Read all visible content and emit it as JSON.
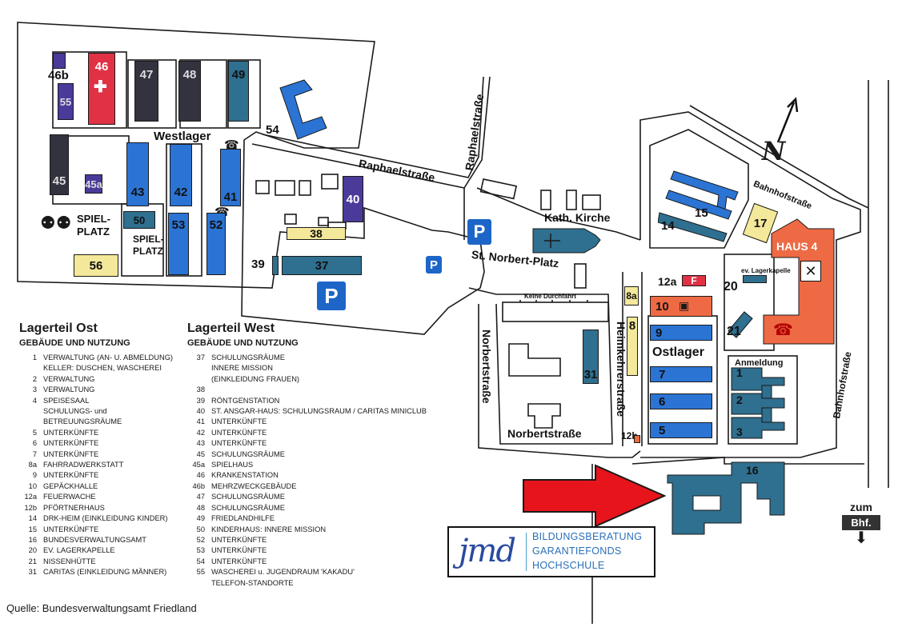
{
  "map": {
    "source": "Quelle: Bundesverwaltungsamt Friedland",
    "areas": {
      "westlager": "Westlager",
      "ostlager": "Ostlager"
    },
    "streets": {
      "raphaelstrasse_h": "Raphaelstraße",
      "raphaelstrasse_v": "Raphaelstraße",
      "bahnhofstrasse_top": "Bahnhofstraße",
      "bahnhofstrasse_right": "Bahnhofstraße",
      "norbertstrasse_h": "Norbertstraße",
      "norbertstrasse_v": "Norbertstraße",
      "heimkehrerstrasse": "Heimkehrerstraße"
    },
    "places": {
      "kath_kirche": "Kath. Kirche",
      "st_norbert_platz": "St. Norbert-Platz",
      "keine_durchfahrt": "Keine Durchfahrt",
      "spielplatz_1": "SPIEL-\nPLATZ",
      "spielplatz_2": "SPIEL-\nPLATZ",
      "ev_lagerkapelle": "ev. Lagerkapelle",
      "haus4": "HAUS 4",
      "anmeldung": "Anmeldung"
    },
    "compass_letter": "N",
    "parking_label": "P",
    "buildings": {
      "b1": "1",
      "b2": "2",
      "b3": "3",
      "b5": "5",
      "b6": "6",
      "b7": "7",
      "b8": "8",
      "b8a": "8a",
      "b9": "9",
      "b10": "10",
      "b12a": "12a",
      "b12b": "12b",
      "b14": "14",
      "b15": "15",
      "b16": "16",
      "b17": "17",
      "b20": "20",
      "b21": "21",
      "b31": "31",
      "b37": "37",
      "b38": "38",
      "b39": "39",
      "b40": "40",
      "b41": "41",
      "b42": "42",
      "b43": "43",
      "b45": "45",
      "b45a": "45a",
      "b46": "46",
      "b46b": "46b",
      "b47": "47",
      "b48": "48",
      "b49": "49",
      "b50": "50",
      "b52": "52",
      "b53": "53",
      "b54": "54",
      "b55": "55",
      "b56": "56"
    },
    "feuerwache_symbol": "F",
    "zum_bhf": {
      "zum": "zum",
      "bhf": "Bhf."
    }
  },
  "logo": {
    "letters": "jmd",
    "line1": "BILDUNGSBERATUNG",
    "line2": "GARANTIEFONDS",
    "line3": "HOCHSCHULE"
  },
  "legend_ost": {
    "title": "Lagerteil Ost",
    "subtitle": "GEBÄUDE UND NUTZUNG",
    "rows": [
      {
        "num": "1",
        "text": "VERWALTUNG (AN- U. ABMELDUNG)"
      },
      {
        "num": "",
        "text": "KELLER: DUSCHEN, WASCHEREI"
      },
      {
        "num": "2",
        "text": "VERWALTUNG"
      },
      {
        "num": "3",
        "text": "VERWALTUNG"
      },
      {
        "num": "4",
        "text": "SPEISESAAL"
      },
      {
        "num": "",
        "text": "SCHULUNGS- und"
      },
      {
        "num": "",
        "text": "BETREUUNGSRÄUME"
      },
      {
        "num": "5",
        "text": "UNTERKÜNFTE"
      },
      {
        "num": "6",
        "text": "UNTERKÜNFTE"
      },
      {
        "num": "7",
        "text": "UNTERKÜNFTE"
      },
      {
        "num": "8a",
        "text": "FAHRRADWERKSTATT"
      },
      {
        "num": "9",
        "text": "UNTERKÜNFTE"
      },
      {
        "num": "10",
        "text": "GEPÄCKHALLE"
      },
      {
        "num": "12a",
        "text": "FEUERWACHE"
      },
      {
        "num": "12b",
        "text": "PFÖRTNERHAUS"
      },
      {
        "num": "14",
        "text": "DRK-HEIM (EINKLEIDUNG KINDER)"
      },
      {
        "num": "15",
        "text": "UNTERKÜNFTE"
      },
      {
        "num": "16",
        "text": "BUNDESVERWALTUNGSAMT"
      },
      {
        "num": "20",
        "text": "EV. LAGERKAPELLE"
      },
      {
        "num": "21",
        "text": "NISSENHÜTTE"
      },
      {
        "num": "31",
        "text": "CARITAS (EINKLEIDUNG MÄNNER)"
      }
    ]
  },
  "legend_west": {
    "title": "Lagerteil West",
    "subtitle": "GEBÄUDE UND NUTZUNG",
    "rows": [
      {
        "num": "37",
        "text": "SCHULUNGSRÄUME"
      },
      {
        "num": "",
        "text": "INNERE MISSION"
      },
      {
        "num": "",
        "text": "(EINKLEIDUNG FRAUEN)"
      },
      {
        "num": "38",
        "text": ""
      },
      {
        "num": "39",
        "text": "RÖNTGENSTATION"
      },
      {
        "num": "40",
        "text": "ST. ANSGAR-HAUS: SCHULUNGSRAUM / CARITAS MINICLUB"
      },
      {
        "num": "41",
        "text": "UNTERKÜNFTE"
      },
      {
        "num": "42",
        "text": "UNTERKÜNFTE"
      },
      {
        "num": "43",
        "text": "UNTERKÜNFTE"
      },
      {
        "num": "45",
        "text": "SCHULUNGSRÄUME"
      },
      {
        "num": "45a",
        "text": "SPIELHAUS"
      },
      {
        "num": "46",
        "text": "KRANKENSTATION"
      },
      {
        "num": "46b",
        "text": "MEHRZWECKGEBÄUDE"
      },
      {
        "num": "47",
        "text": "SCHULUNGSRÄUME"
      },
      {
        "num": "48",
        "text": "SCHULUNGSRÄUME"
      },
      {
        "num": "49",
        "text": "FRIEDLANDHILFE"
      },
      {
        "num": "50",
        "text": "KINDERHAUS: INNERE MISSION"
      },
      {
        "num": "52",
        "text": "UNTERKÜNFTE"
      },
      {
        "num": "53",
        "text": "UNTERKÜNFTE"
      },
      {
        "num": "54",
        "text": "UNTERKÜNFTE"
      },
      {
        "num": "55",
        "text": "WASCHEREI u. JUGENDRAUM 'KAKADU'"
      },
      {
        "num": "",
        "text": "TELEFON-STANDORTE"
      }
    ]
  }
}
